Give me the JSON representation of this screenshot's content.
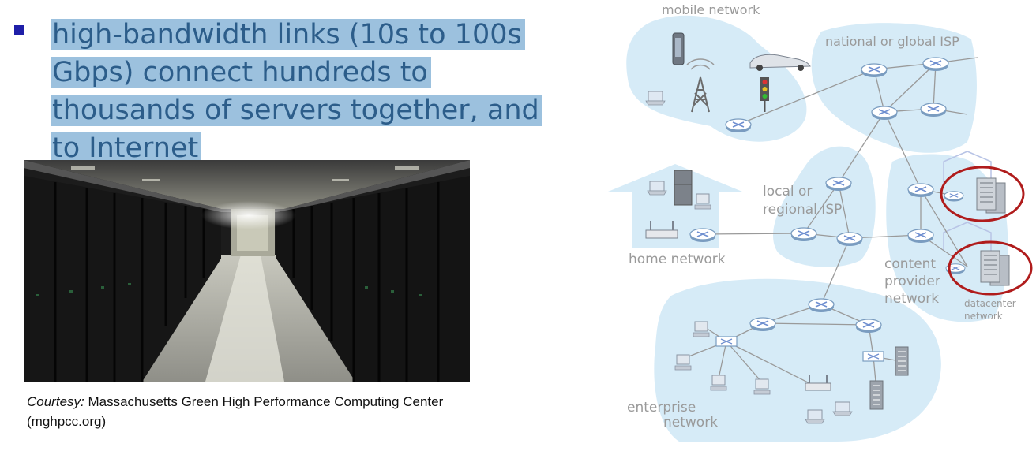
{
  "bullet": {
    "text": "high-bandwidth links (10s to 100s Gbps) connect hundreds to thousands of servers together, and to Internet",
    "highlight_color": "#9cc1de",
    "text_color": "#2c5d8a",
    "marker_color": "#1f1fa8"
  },
  "caption": {
    "prefix": "Courtesy:",
    "text": " Massachusetts Green High Performance Computing Center (mghpcc.org)"
  },
  "diagram": {
    "labels": {
      "mobile": "mobile network",
      "global_isp": "national or global ISP",
      "local_isp_1": "local or",
      "local_isp_2": "regional ISP",
      "home": "home network",
      "content_1": "content",
      "content_2": "provider",
      "content_3": "network",
      "datacenter_1": "datacenter",
      "datacenter_2": "network",
      "enterprise_1": "enterprise",
      "enterprise_2": "network"
    },
    "region_color": "#d6ebf7",
    "highlight_ring_color": "#b01c1c"
  }
}
